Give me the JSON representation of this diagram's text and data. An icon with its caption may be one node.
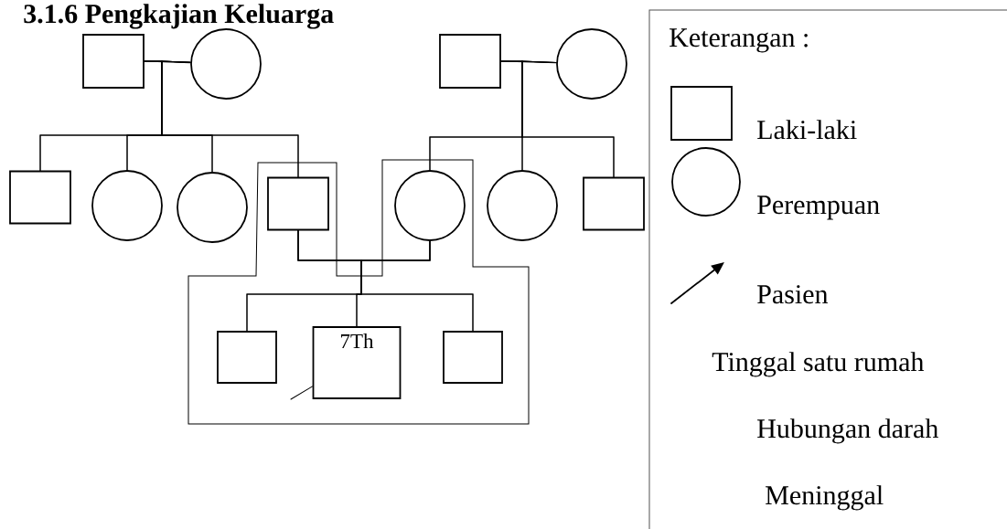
{
  "diagram": {
    "title": "3.1.6 Pengkajian Keluarga",
    "nodes": [
      {
        "text": [],
        "shape": "box"
      },
      {
        "text": [],
        "shape": "circle"
      },
      {
        "text": [],
        "shape": "box"
      },
      {
        "text": [],
        "shape": "circle"
      },
      {
        "text": [],
        "shape": "box"
      },
      {
        "text": [],
        "shape": "circle"
      },
      {
        "text": [],
        "shape": "circle"
      },
      {
        "text": [],
        "shape": "box"
      },
      {
        "text": [],
        "shape": "circle"
      },
      {
        "text": [],
        "shape": "circle"
      },
      {
        "text": [],
        "shape": "box"
      },
      {
        "text": [],
        "shape": "box"
      },
      {
        "text": [
          "7Th"
        ]
      },
      {
        "text": [],
        "shape": "box"
      }
    ],
    "edges": [
      {
        "from": 0,
        "to": 1,
        "arrow": "none"
      },
      {
        "from": 0,
        "to": 4,
        "arrow": "none"
      },
      {
        "from": 0,
        "to": 5,
        "arrow": "none"
      },
      {
        "from": 0,
        "to": 6,
        "arrow": "none"
      },
      {
        "from": 0,
        "to": 7,
        "arrow": "none"
      },
      {
        "from": 1,
        "to": 4,
        "arrow": "none"
      },
      {
        "from": 1,
        "to": 5,
        "arrow": "none"
      },
      {
        "from": 1,
        "to": 6,
        "arrow": "none"
      },
      {
        "from": 1,
        "to": 7,
        "arrow": "none"
      },
      {
        "from": 2,
        "to": 3,
        "arrow": "none"
      },
      {
        "from": 2,
        "to": 8,
        "arrow": "none"
      },
      {
        "from": 2,
        "to": 9,
        "arrow": "none"
      },
      {
        "from": 2,
        "to": 10,
        "arrow": "none"
      },
      {
        "from": 3,
        "to": 8,
        "arrow": "none"
      },
      {
        "from": 3,
        "to": 9,
        "arrow": "none"
      },
      {
        "from": 3,
        "to": 10,
        "arrow": "none"
      },
      {
        "from": 7,
        "to": 8,
        "arrow": "none"
      },
      {
        "from": 7,
        "to": 11,
        "arrow": "none"
      },
      {
        "from": 7,
        "to": 12,
        "arrow": "none"
      },
      {
        "from": 7,
        "to": 13,
        "arrow": "none"
      },
      {
        "from": 8,
        "to": 11,
        "arrow": "none"
      },
      {
        "from": 8,
        "to": 12,
        "arrow": "none"
      },
      {
        "from": 8,
        "to": 13,
        "arrow": "none"
      },
      {
        "from": null,
        "to": 12,
        "arrow": "none"
      }
    ],
    "labels": [
      "Keterangan :"
    ],
    "legend": [
      {
        "text": "Laki-laki"
      },
      {
        "text": "Perempuan"
      },
      {
        "text": "Pasien"
      },
      {
        "text": "Tinggal satu rumah"
      },
      {
        "text": "Hubungan darah"
      },
      {
        "text": "Meninggal"
      }
    ]
  }
}
